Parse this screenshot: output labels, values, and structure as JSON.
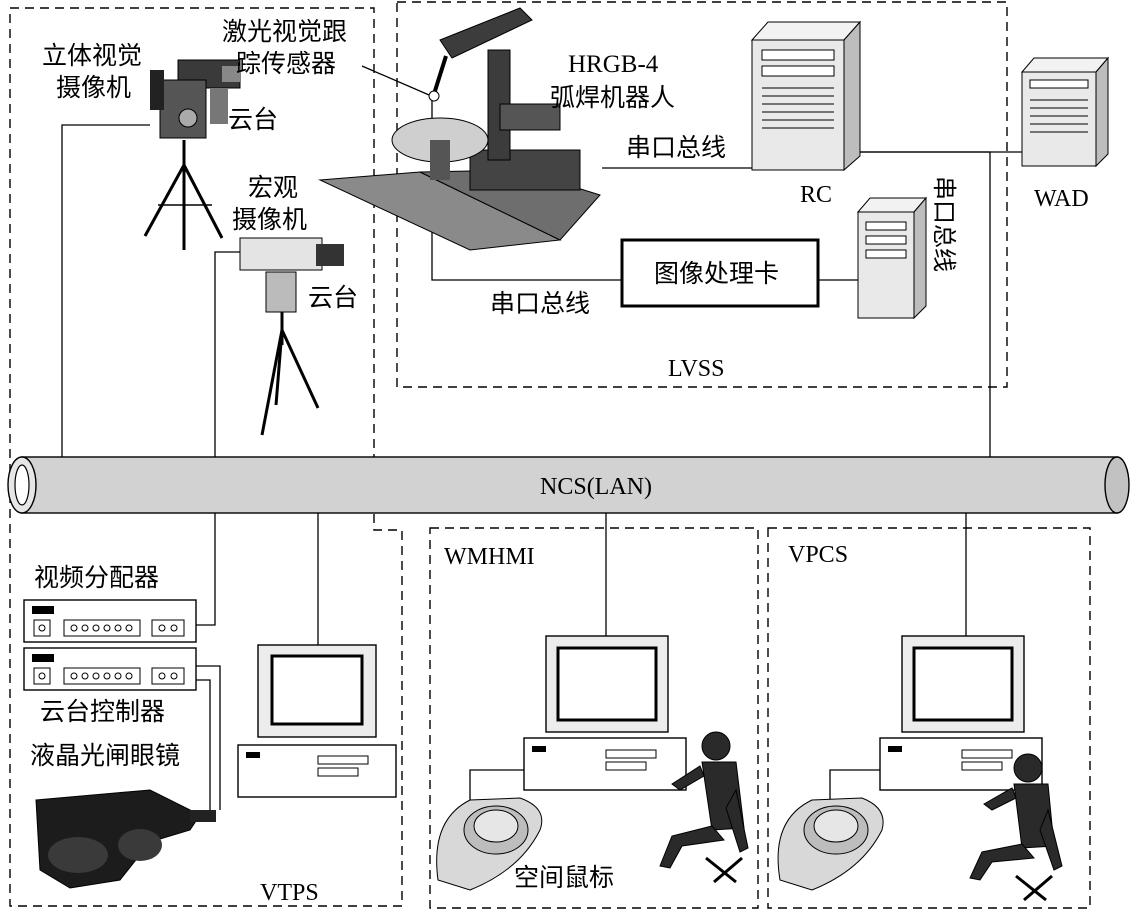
{
  "labels": {
    "stereo_camera": [
      "立体视觉",
      "摄像机"
    ],
    "ptz_1": "云台",
    "laser_sensor": [
      "激光视觉跟",
      "踪传感器"
    ],
    "robot": [
      "HRGB-4",
      "弧焊机器人"
    ],
    "serial_bus_top": "串口总线",
    "rc": "RC",
    "wad": "WAD",
    "macro_camera": [
      "宏观",
      "摄像机"
    ],
    "ptz_2": "云台",
    "image_card": "图像处理卡",
    "serial_bus_mid": "串口总线",
    "serial_bus_vertical": "串口总线",
    "lvss": "LVSS",
    "ncs": "NCS(LAN)",
    "video_splitter": "视频分配器",
    "ptz_controller": "云台控制器",
    "lcd_glasses": "液晶光闸眼镜",
    "vtps": "VTPS",
    "wmhmi": "WMHMI",
    "space_mouse": "空间鼠标",
    "vpcs": "VPCS"
  },
  "icons": {
    "stereo_camera": "camera-icon",
    "tripod": "tripod-icon",
    "robot": "welding-robot-icon",
    "server": "server-icon",
    "computer": "desktop-computer-icon",
    "operator": "seated-operator-icon",
    "mouse": "3d-mouse-icon",
    "glasses": "shutter-glasses-icon"
  }
}
